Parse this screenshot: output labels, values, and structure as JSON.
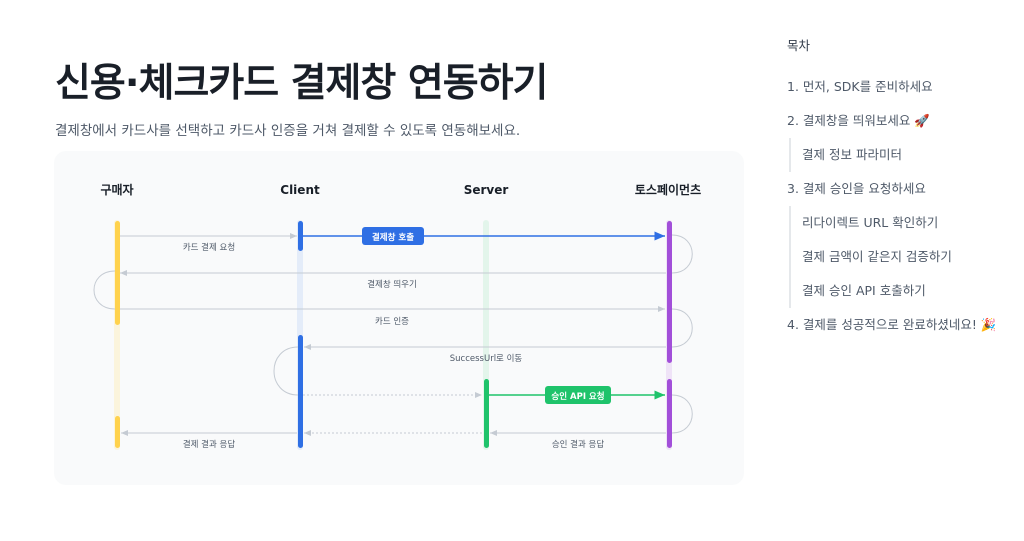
{
  "header": {
    "title": "신용·체크카드 결제창 연동하기",
    "subtitle": "결제창에서 카드사를 선택하고 카드사 인증을 거쳐 결제할 수 있도록 연동해보세요."
  },
  "diagram": {
    "participants": [
      {
        "label": "구매자",
        "color": "#ffd24d"
      },
      {
        "label": "Client",
        "color": "#2f6fe4"
      },
      {
        "label": "Server",
        "color": "#1fc36b"
      },
      {
        "label": "토스페이먼츠",
        "color": "#a24fd9"
      }
    ],
    "messages": [
      {
        "label": "카드 결제 요청"
      },
      {
        "label": "결제창 호출",
        "badge": true
      },
      {
        "label": "결제창 띄우기"
      },
      {
        "label": "카드 인증"
      },
      {
        "label": "SuccessUrl로 이동"
      },
      {
        "label": "승인 API 요청",
        "badge": true
      },
      {
        "label": "결제 결과 응답"
      },
      {
        "label": "승인 결과 응답"
      }
    ],
    "colors": {
      "arrow_gray": "#c5cbd3",
      "badge_blue": "#2f6fe4",
      "badge_green": "#1fc36b",
      "card_bg": "#f9fafb"
    }
  },
  "toc": {
    "title": "목차",
    "items": [
      {
        "label": "1. 먼저, SDK를 준비하세요",
        "level": 1
      },
      {
        "label": "2. 결제창을 띄워보세요 🚀",
        "level": 1
      },
      {
        "label": "결제 정보 파라미터",
        "level": 2
      },
      {
        "label": "3. 결제 승인을 요청하세요",
        "level": 1
      },
      {
        "label": "리다이렉트 URL 확인하기",
        "level": 2
      },
      {
        "label": "결제 금액이 같은지 검증하기",
        "level": 2
      },
      {
        "label": "결제 승인 API 호출하기",
        "level": 2
      },
      {
        "label": "4. 결제를 성공적으로 완료하셨네요! 🎉",
        "level": 1
      }
    ]
  }
}
